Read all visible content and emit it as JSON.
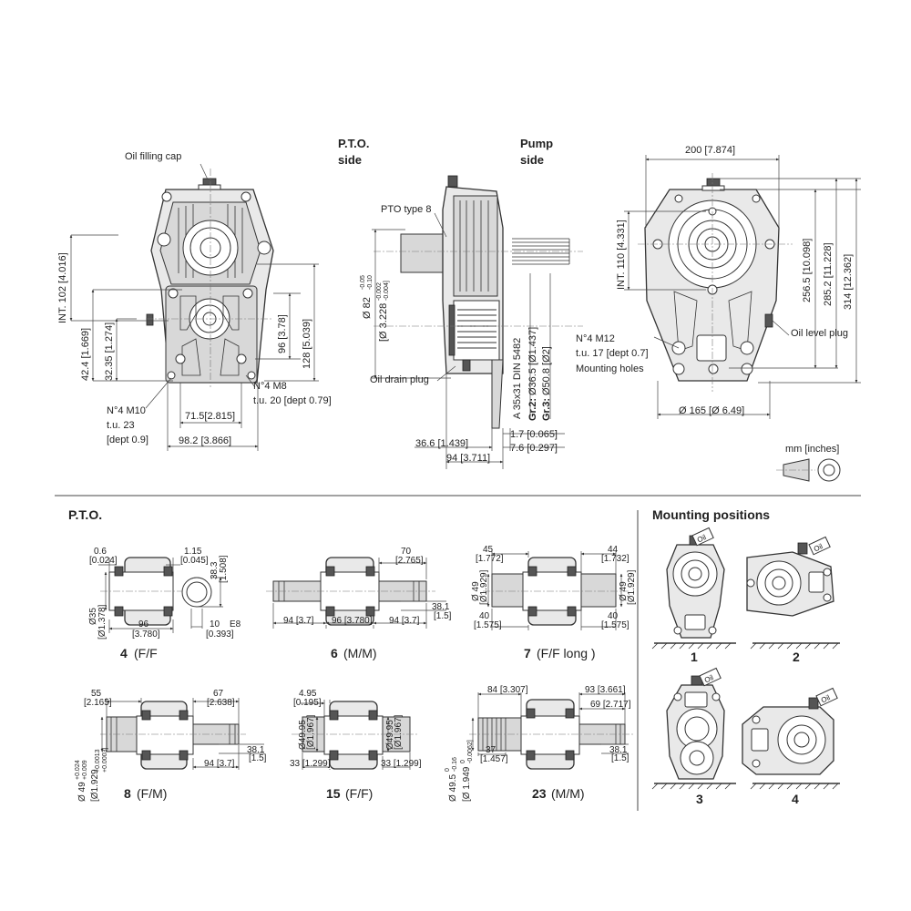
{
  "top": {
    "front": {
      "oil_filling_cap": "Oil filling cap",
      "int102": "INT. 102 [4.016]",
      "d42": "42.4 [1.669]",
      "d32": "32.35 [1.274]",
      "d96": "96 [3.78]",
      "d128": "128 [5.039]",
      "m8_1": "N°4 M8",
      "m8_2": "t.u. 20 [dept 0.79]",
      "m10_1": "N°4 M10",
      "m10_2": "t.u. 23",
      "m10_3": "[dept 0.9]",
      "d715": "71.5[2.815]",
      "d982": "98.2 [3.866]"
    },
    "side": {
      "pto_side_1": "P.T.O.",
      "pto_side_2": "side",
      "pump_side_1": "Pump",
      "pump_side_2": "side",
      "pto_type": "PTO type 8",
      "d82": "Ø 82",
      "d82_tol_a": "-0.05",
      "d82_tol_b": "-0.10",
      "d3228": "[Ø 3.228",
      "d3228_tol_a": "-0.002",
      "d3228_tol_b": "-0.004]",
      "oil_drain": "Oil drain plug",
      "spline": "A 35x31 DIN 5482",
      "gr2": "Gr.2:",
      "gr2_val": "Ø36.5 [Ø1.437]",
      "gr3": "Gr.3:",
      "gr3_val": "Ø50.8 [Ø2]",
      "d17": "1.7 [0.065]",
      "d76": "7.6 [0.297]",
      "d366": "36.6 [1.439]",
      "d94": "94 [3.711]"
    },
    "rear": {
      "d200": "200 [7.874]",
      "int110": "INT. 110 [4.331]",
      "d2565": "256.5 [10.098]",
      "d2852": "285.2 [11.228]",
      "d314": "314 [12.362]",
      "m12_1": "N°4 M12",
      "m12_2": "t.u. 17 [dept 0.7]",
      "m12_3": "Mounting holes",
      "oil_level": "Oil level plug",
      "d165": "Ø 165 [Ø 6.49]"
    },
    "units": "mm [inches]"
  },
  "pto": {
    "title": "P.T.O.",
    "p4": {
      "num": "4",
      "type": "(F/F",
      "d06": "0.6",
      "d06b": "[0.024]",
      "d115": "1.15",
      "d115b": "[0.045]",
      "d383": "38.3",
      "d383b": "[1.508]",
      "d35": "Ø35",
      "d35b": "[Ø1.378]",
      "d96": "96",
      "d96b": "[3.780]",
      "d10": "10",
      "d10b": "[0.393]",
      "e8": "E8"
    },
    "p6": {
      "num": "6",
      "type": "(M/M)",
      "d70": "70",
      "d70b": "[2.765]",
      "d381": "38.1",
      "d381b": "[1.5]",
      "d94a": "94 [3.7]",
      "d96": "96 [3.780]",
      "d94b": "94 [3.7]"
    },
    "p7": {
      "num": "7",
      "type": "(F/F long    )",
      "d45": "45",
      "d45b": "[1.772]",
      "d44": "44",
      "d44b": "[1.732]",
      "d49a": "Ø 49",
      "d49ab": "[Ø1.929]",
      "d49b": "Ø 49",
      "d49bb": "[Ø1.929]",
      "d40a": "40",
      "d40ab": "[1.575]",
      "d40b": "40",
      "d40bb": "[1.575]"
    },
    "p8": {
      "num": "8",
      "type": "(F/M)",
      "d55": "55",
      "d55b": "[2.165]",
      "d67": "67",
      "d67b": "[2.638]",
      "d381": "38.1",
      "d381b": "[1.5]",
      "d94": "94 [3.7]",
      "d49": "Ø 49",
      "d49_tol_a": "+0.024",
      "d49_tol_b": "+0.009",
      "d1929": "[Ø1.929",
      "d1929_tol_a": "+0.0013",
      "d1929_tol_b": "+0.0003]"
    },
    "p15": {
      "num": "15",
      "type": "(F/F)",
      "d495": "4.95",
      "d495b": "[0.195]",
      "d4995a": "Ø49.95",
      "d4995ab": "[Ø1.967]",
      "d4995b": "Ø49.95",
      "d4995bb": "[Ø1.967]",
      "d33a": "33 [1.299]",
      "d33b": "33 [1.299]"
    },
    "p23": {
      "num": "23",
      "type": "(M/M)",
      "d84": "84 [3.307]",
      "d93": "93 [3.661]",
      "d69": "69 [2.717]",
      "d37": "37",
      "d37b": "[1.457]",
      "d381": "38.1",
      "d381b": "[1.5]",
      "d495": "Ø 49.5",
      "d495_tol_a": "0",
      "d495_tol_b": "-0.16",
      "d1949": "[Ø 1.949",
      "d1949_tol_a": "0",
      "d1949_tol_b": "-0.0062]"
    }
  },
  "mounting": {
    "title": "Mounting positions",
    "oil": "Oil",
    "pos1": "1",
    "pos2": "2",
    "pos3": "3",
    "pos4": "4"
  }
}
